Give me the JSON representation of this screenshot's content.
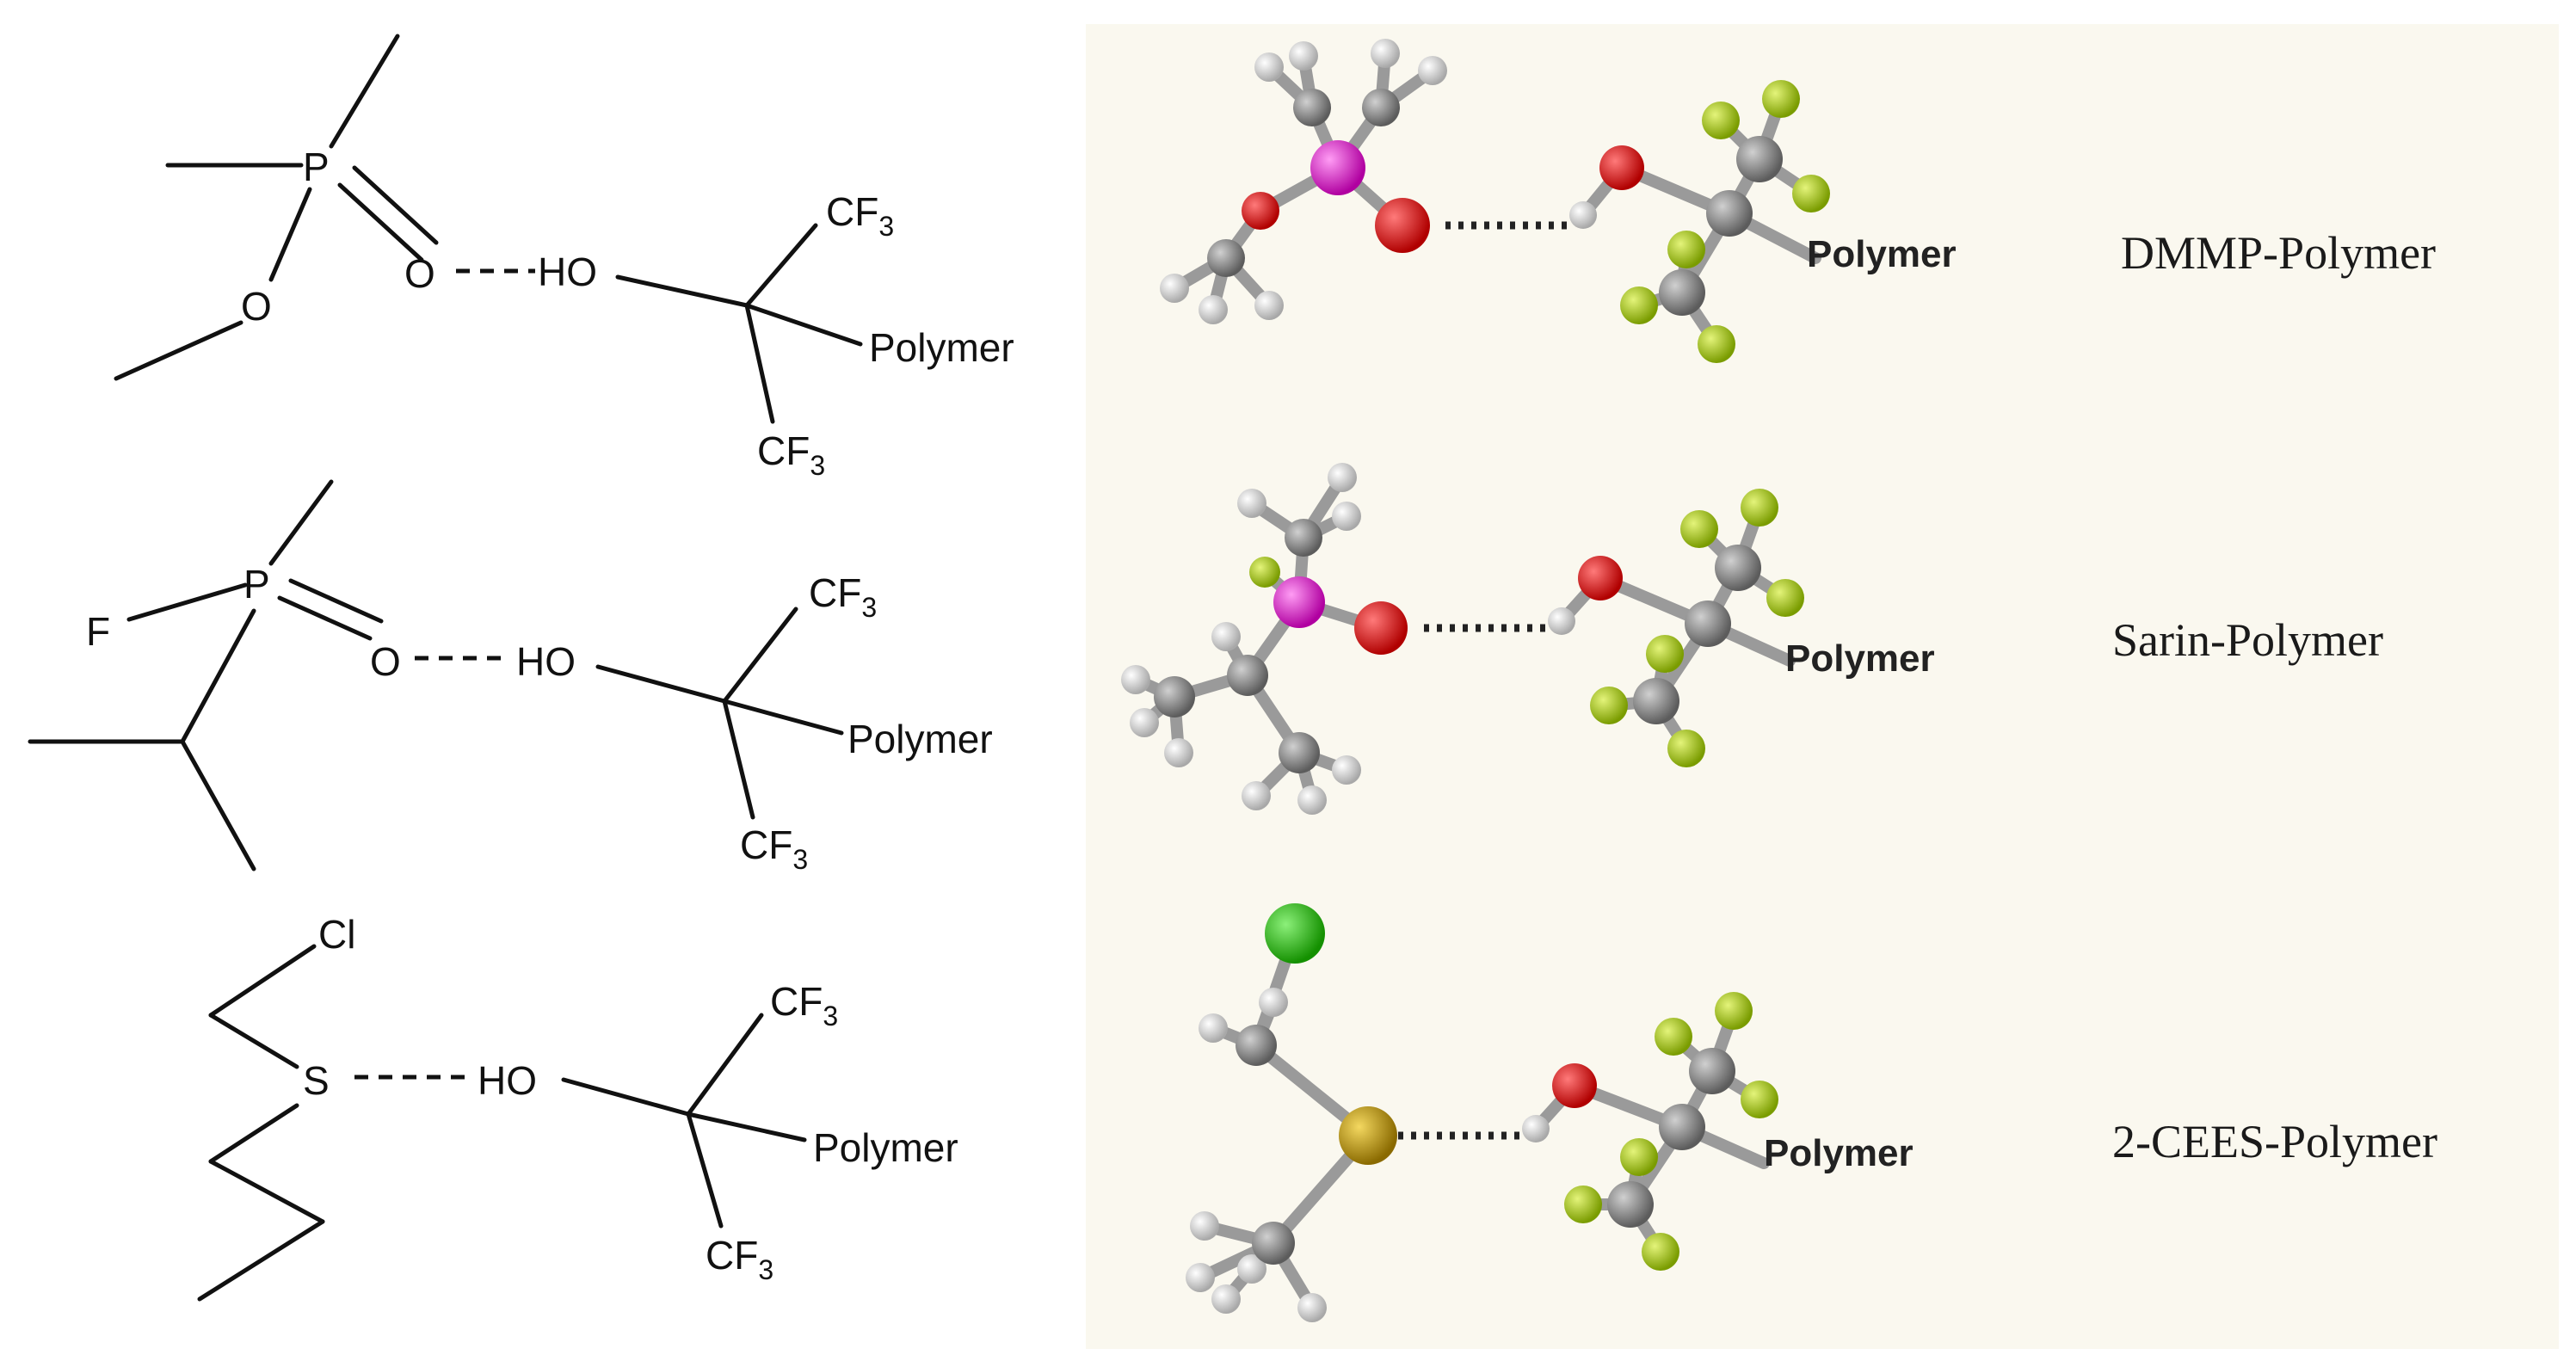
{
  "atoms": {
    "P": "P",
    "O": "O",
    "F": "F",
    "S": "S",
    "Cl": "Cl",
    "HO": "HO",
    "CF": "CF",
    "sub3": "3",
    "polymer": "Polymer"
  },
  "models": {
    "polymer_label": "Polymer"
  },
  "rows": [
    {
      "name": "DMMP-Polymer"
    },
    {
      "name": "Sarin-Polymer"
    },
    {
      "name": "2-CEES-Polymer"
    }
  ],
  "colors": {
    "phosphorus": "#e020d0",
    "oxygen": "#e01010",
    "fluorine": "#a8d020",
    "carbon": "#8a8a8a",
    "hydrogen": "#e6e6e6",
    "sulfur": "#c8a000",
    "chlorine": "#30c020",
    "panel_background": "#faf8ef"
  }
}
